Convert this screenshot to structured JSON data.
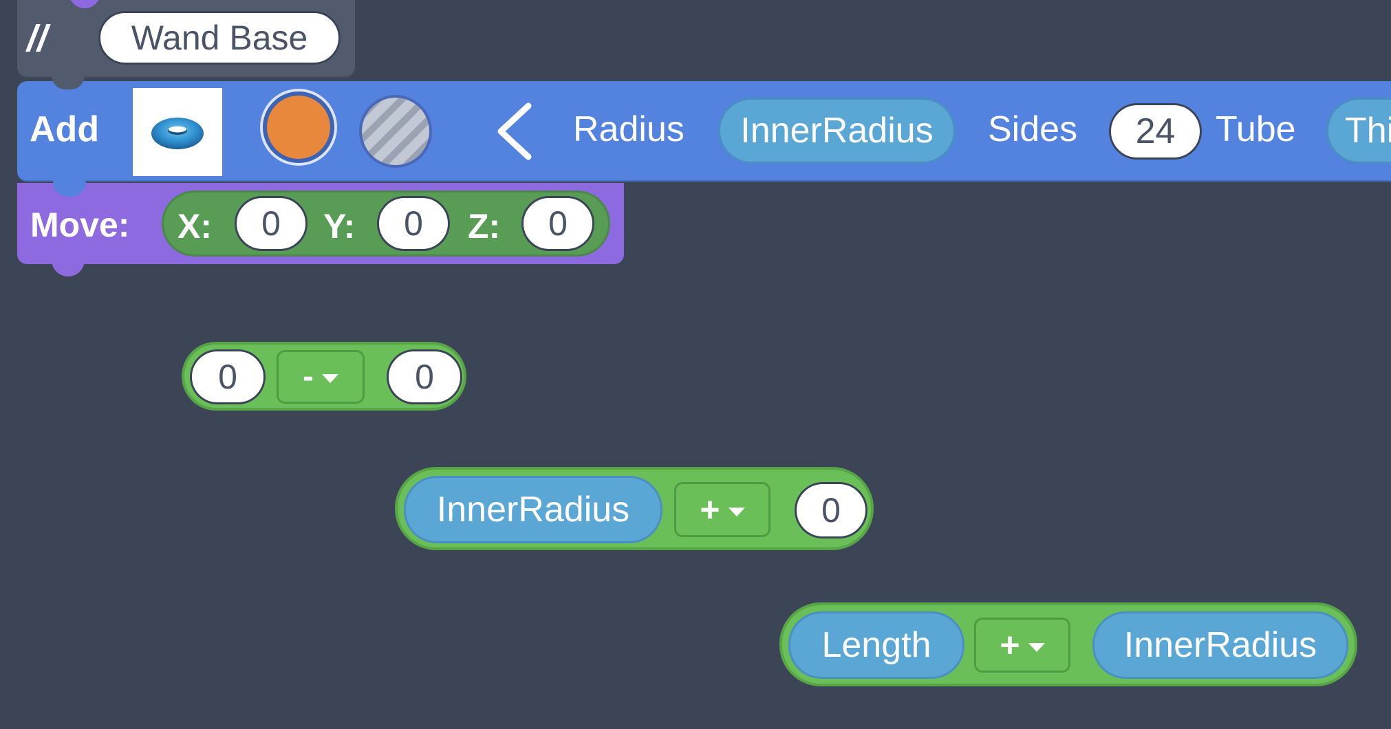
{
  "comment_block": {
    "marker": "//",
    "text": "Wand Base"
  },
  "add_block": {
    "label": "Add",
    "shape_icon": "torus-icon",
    "color_primary": "#e8883c",
    "color_secondary": "striped-none",
    "radius_label": "Radius",
    "radius_value": "InnerRadius",
    "sides_label": "Sides",
    "sides_value": "24",
    "tube_label": "Tube",
    "tube_value_partial": "Thi"
  },
  "move_block": {
    "label": "Move:",
    "x_label": "X:",
    "x_value": "0",
    "y_label": "Y:",
    "y_value": "0",
    "z_label": "Z:",
    "z_value": "0"
  },
  "math_blocks": [
    {
      "left": "0",
      "operator": "-",
      "right": "0"
    },
    {
      "left": "InnerRadius",
      "operator": "+",
      "right": "0"
    },
    {
      "left": "Length",
      "operator": "+",
      "right": "InnerRadius"
    }
  ],
  "colors": {
    "workspace": "#3c4556",
    "comment": "#525b6d",
    "add_block": "#5383de",
    "move_block": "#8e6ae0",
    "math_block": "#6bbf58",
    "variable": "#5aa7d6"
  }
}
